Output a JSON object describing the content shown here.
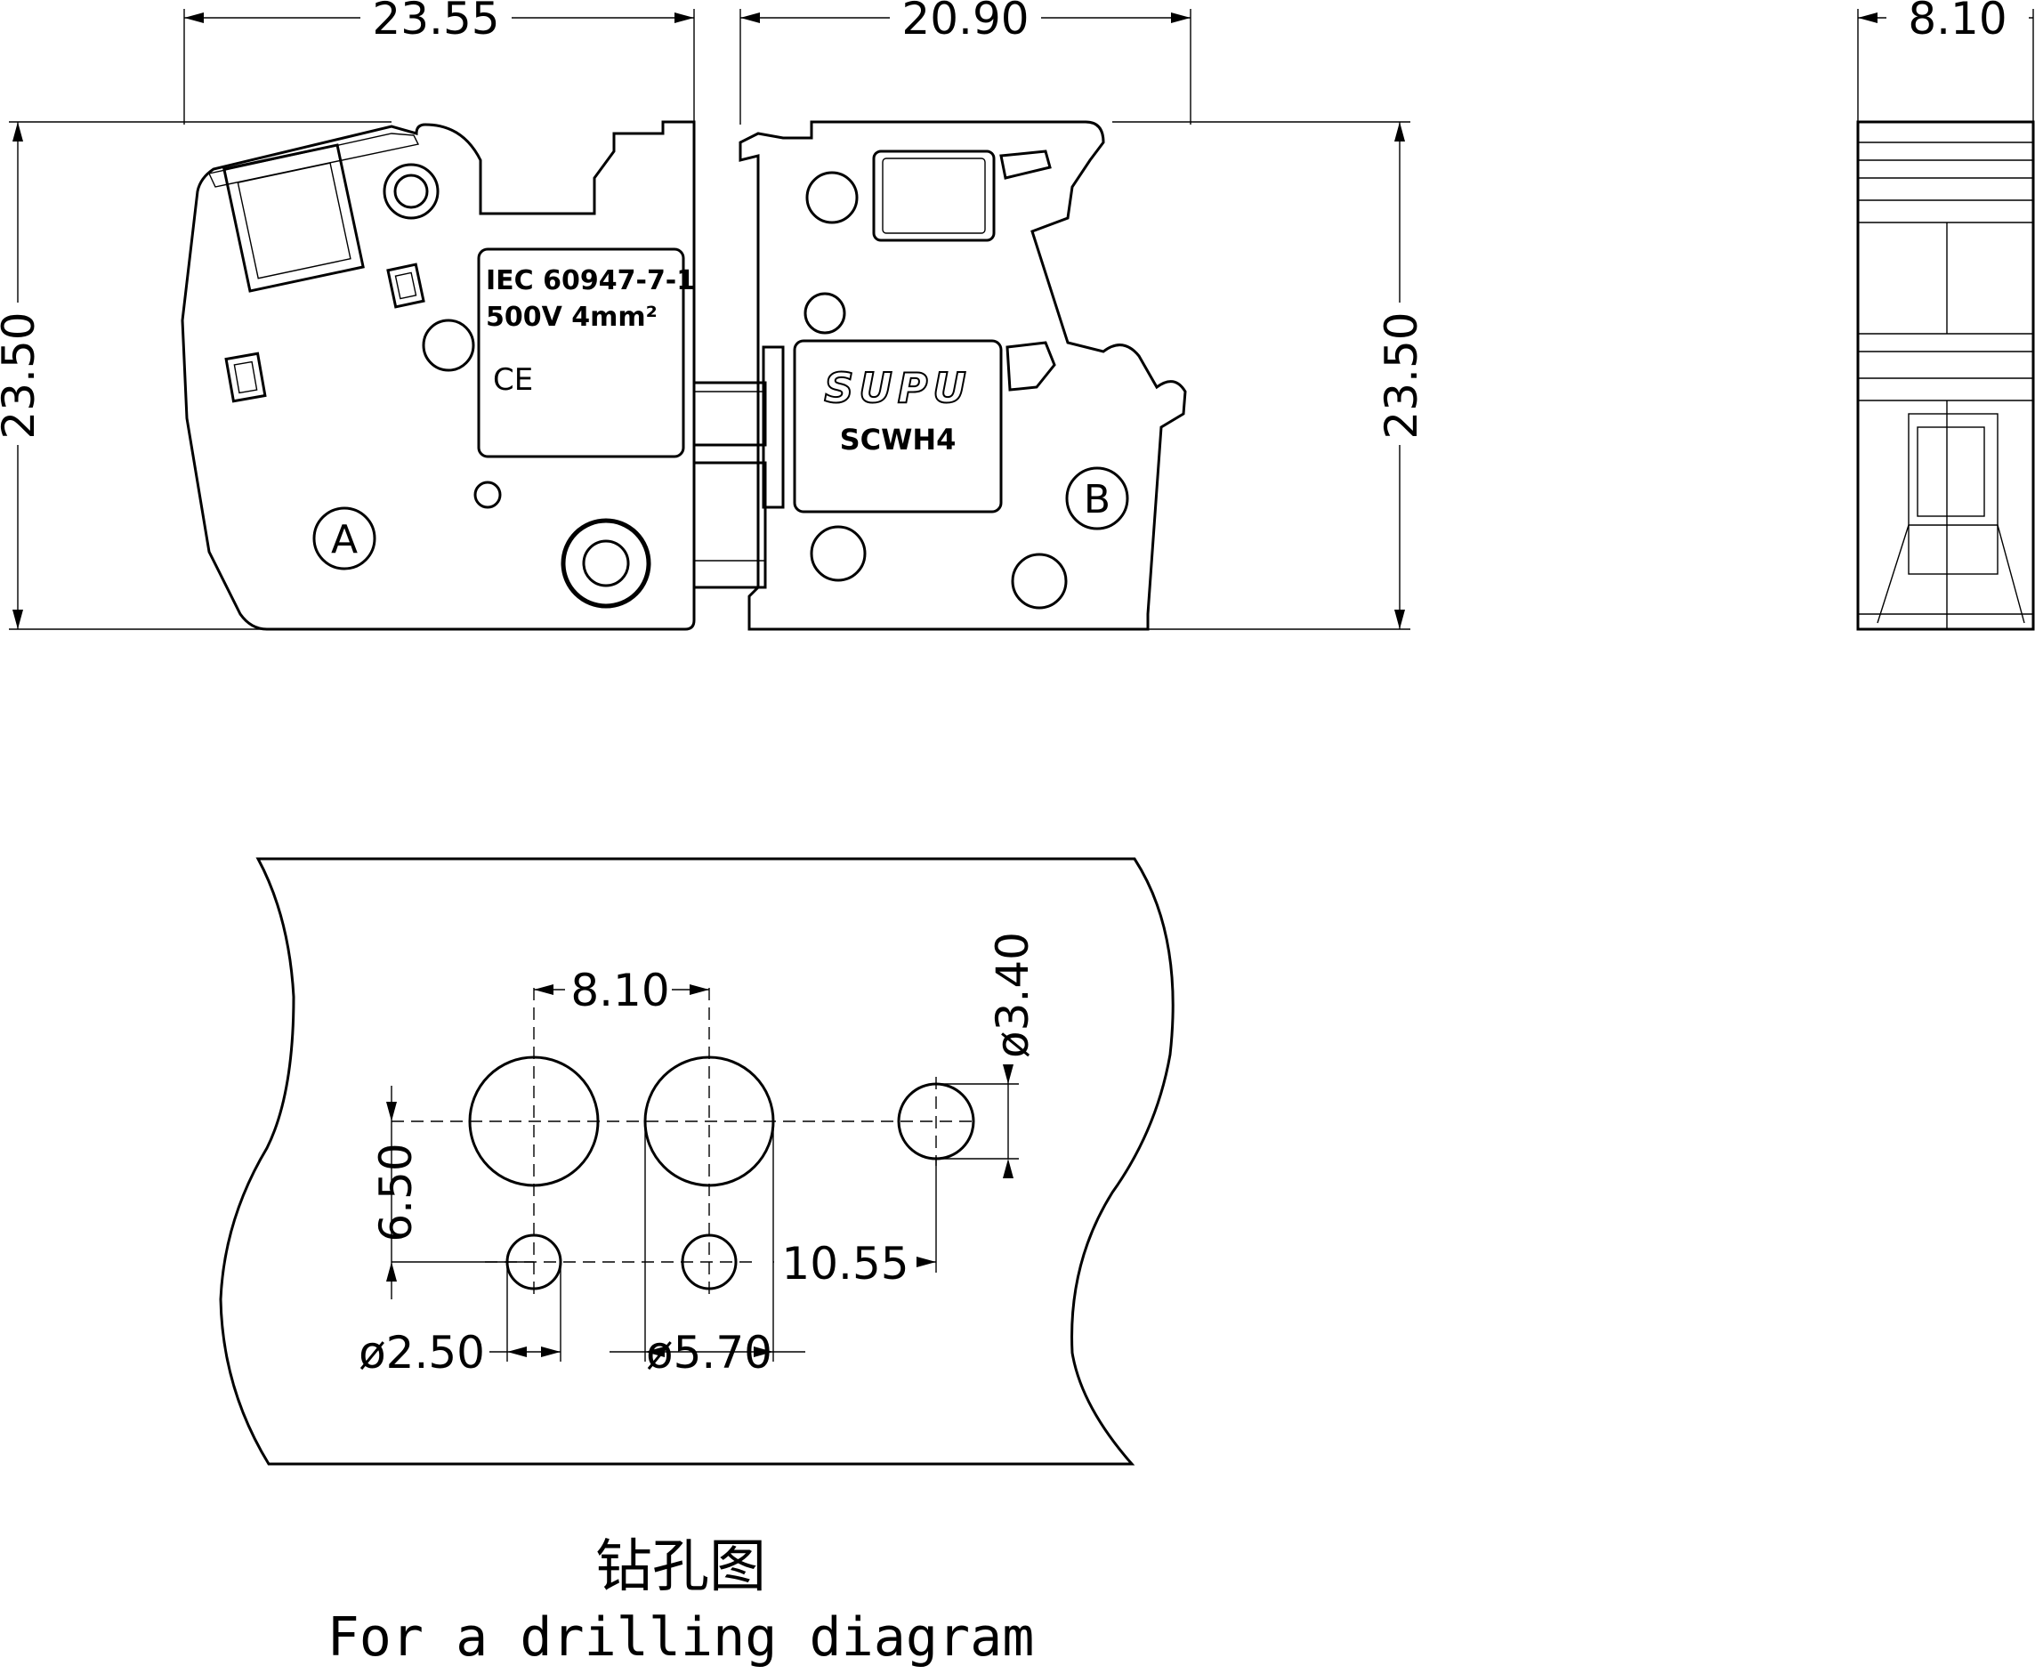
{
  "dimensions": {
    "left_width": "23.55",
    "middle_width": "20.90",
    "right_width": "8.10",
    "left_height": "23.50",
    "right_height": "23.50"
  },
  "labels": {
    "iec_line1": "IEC 60947-7-1",
    "iec_line2": "500V 4mm²",
    "ce_mark": "CE",
    "brand": "SUPU",
    "model": "SCWH4",
    "side_a": "A",
    "side_b": "B"
  },
  "drilling": {
    "pitch": "8.10",
    "row_spacing": "6.50",
    "small_hole": "ø2.50",
    "large_hole": "ø5.70",
    "offset": "10.55",
    "side_hole": "ø3.40"
  },
  "caption": {
    "chinese": "钻孔图",
    "english": "For a drilling diagram"
  }
}
